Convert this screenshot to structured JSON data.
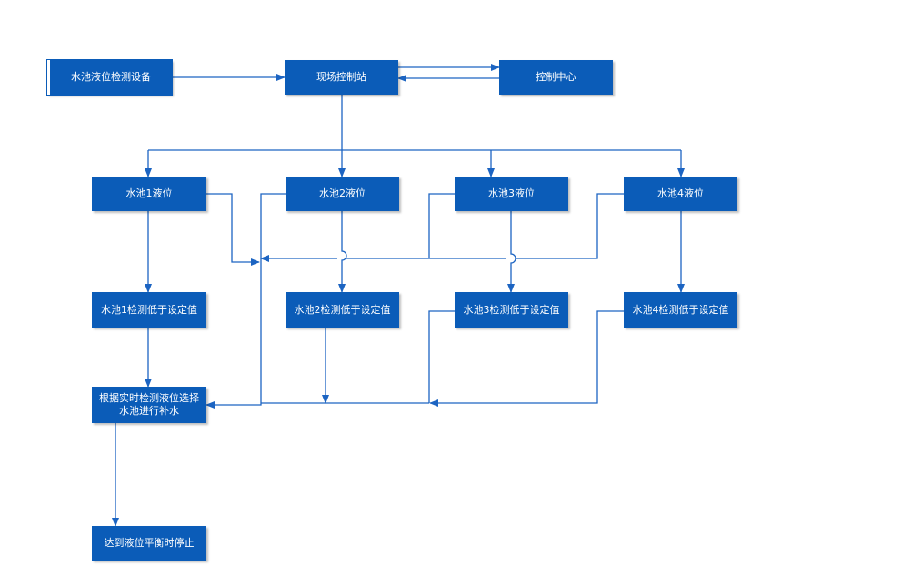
{
  "colors": {
    "box_fill": "#0b5cb8",
    "line": "#1c64c2",
    "text": "#ffffff"
  },
  "nodes": {
    "device": "水池液位检测设备",
    "station": "现场控制站",
    "center": "控制中心",
    "pool1_level": "水池1液位",
    "pool2_level": "水池2液位",
    "pool3_level": "水池3液位",
    "pool4_level": "水池4液位",
    "pool1_low": "水池1检测低于设定值",
    "pool2_low": "水池2检测低于设定值",
    "pool3_low": "水池3检测低于设定值",
    "pool4_low": "水池4检测低于设定值",
    "select": "根据实时检测液位选择水池进行补水",
    "stop": "达到液位平衡时停止"
  }
}
